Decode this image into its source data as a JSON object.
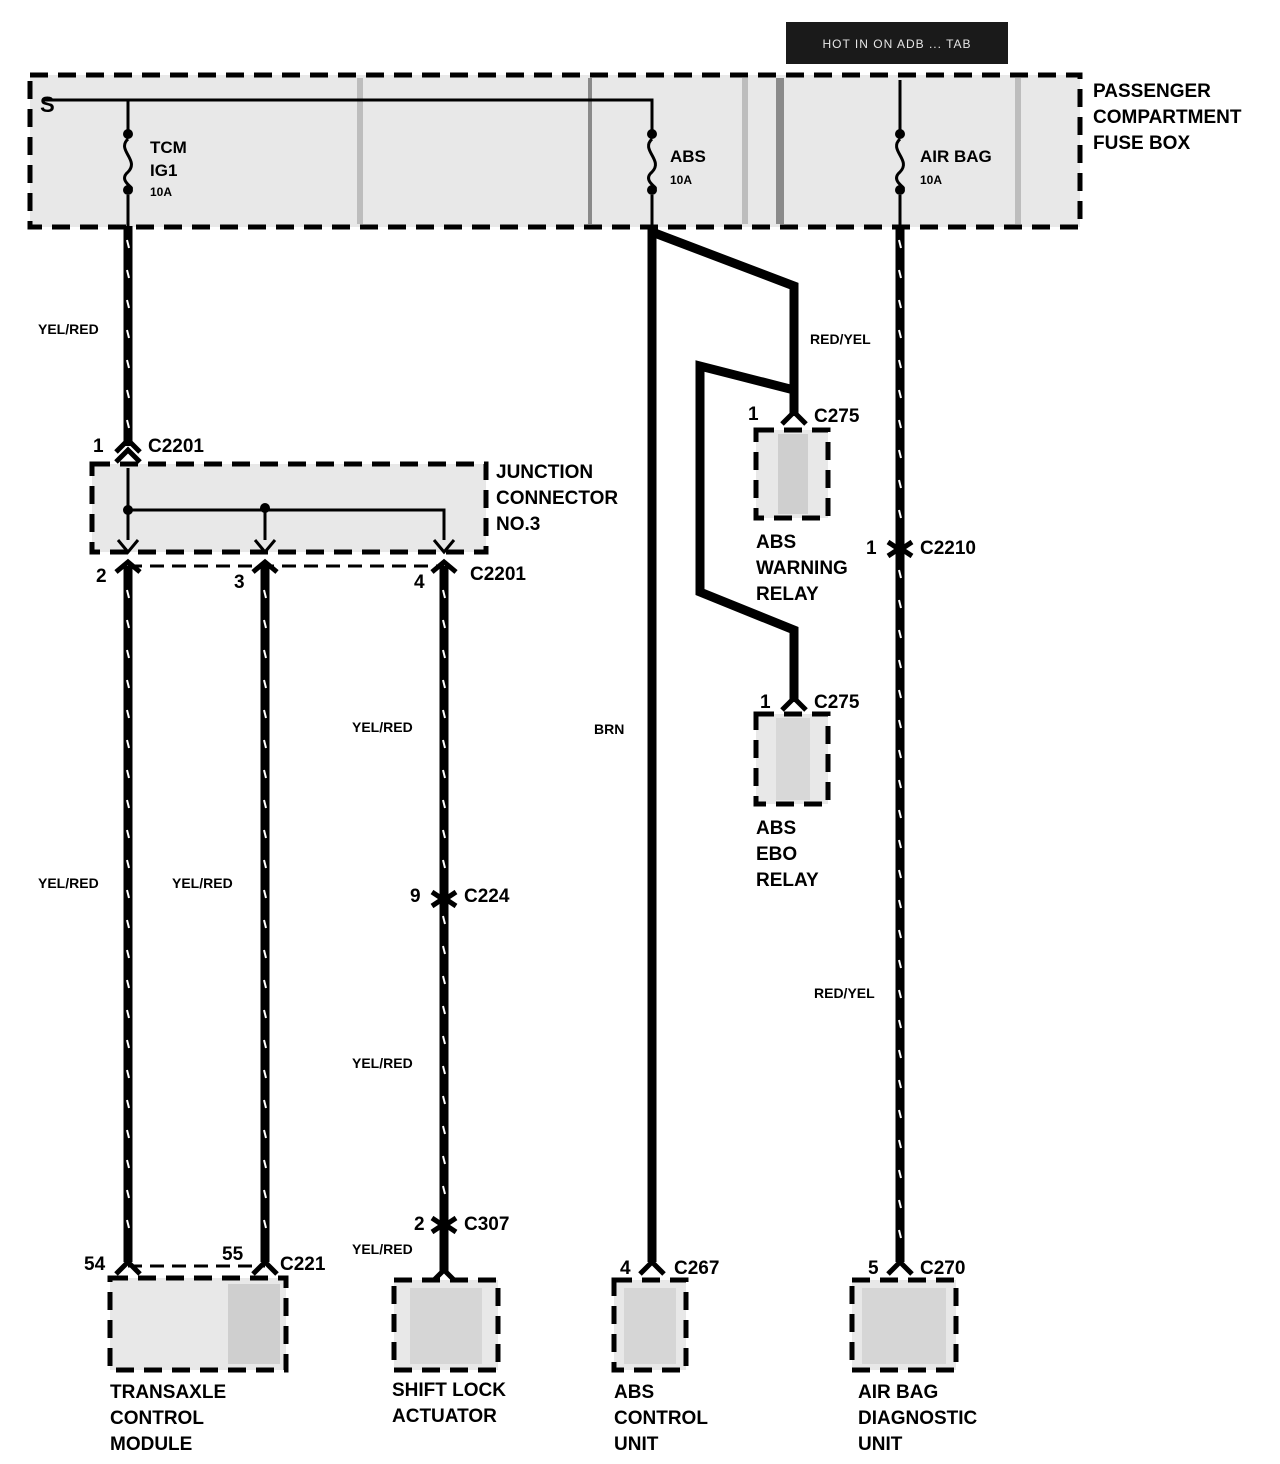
{
  "banner": {
    "text": "HOT IN ON ADB ... TAB"
  },
  "fuse_box": {
    "label": [
      "PASSENGER",
      "COMPARTMENT",
      "FUSE BOX"
    ]
  },
  "fuses": [
    {
      "name": "TCM",
      "sub": "IG1",
      "amps": "10A"
    },
    {
      "name": "ABS",
      "sub": "",
      "amps": "10A"
    },
    {
      "name": "AIR BAG",
      "sub": "",
      "amps": "10A"
    }
  ],
  "junction": {
    "label": [
      "JUNCTION",
      "CONNECTOR",
      "NO.3"
    ]
  },
  "wire_colors": {
    "yel_red": "YEL/RED",
    "red_yel": "RED/YEL",
    "brn": "BRN"
  },
  "connectors": {
    "c2201_in": {
      "pin": "1",
      "name": "C2201"
    },
    "c2201_out": {
      "pins": [
        "2",
        "3",
        "4"
      ],
      "name": "C2201"
    },
    "c224": {
      "pin": "9",
      "name": "C224"
    },
    "c307": {
      "pin": "2",
      "name": "C307"
    },
    "c221": {
      "pins": [
        "54",
        "55"
      ],
      "name": "C221"
    },
    "c267": {
      "pin": "4",
      "name": "C267"
    },
    "c270": {
      "pin": "5",
      "name": "C270"
    },
    "c2210": {
      "pin": "1",
      "name": "C2210"
    },
    "c275_warning": {
      "pin": "1",
      "name": "C275"
    },
    "c275_ebo": {
      "pin": "1",
      "name": "C275"
    }
  },
  "components": {
    "abs_warning_relay": [
      "ABS",
      "WARNING",
      "RELAY"
    ],
    "abs_ebo_relay": [
      "ABS",
      "EBO",
      "RELAY"
    ],
    "tcm": [
      "TRANSAXLE",
      "CONTROL",
      "MODULE"
    ],
    "shift_lock": [
      "SHIFT LOCK",
      "ACTUATOR"
    ],
    "abs_control_unit": [
      "ABS",
      "CONTROL",
      "UNIT"
    ],
    "air_bag_unit": [
      "AIR BAG",
      "DIAGNOSTIC",
      "UNIT"
    ]
  }
}
